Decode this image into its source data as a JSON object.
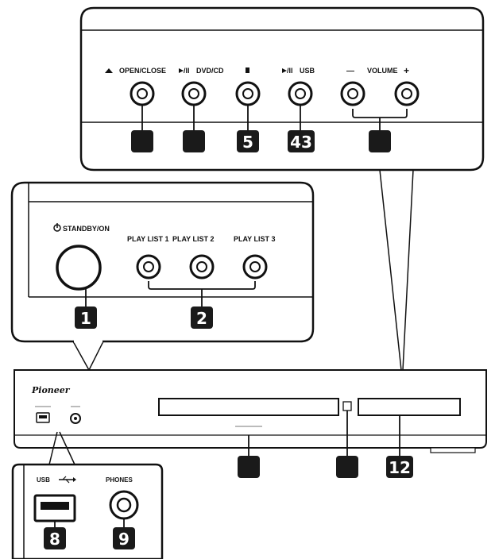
{
  "top_panel": {
    "labels": {
      "open_close": "OPEN/CLOSE",
      "dvd_cd": "DVD/CD",
      "usb": "USB",
      "volume": "VOLUME",
      "volume_minus": "—",
      "volume_plus": "+"
    },
    "callouts": {
      "stop": "5",
      "usb_play": "43"
    }
  },
  "left_panel": {
    "labels": {
      "standby_on": "STANDBY/ON",
      "playlist_1": "PLAY LIST 1",
      "playlist_2": "PLAY LIST 2",
      "playlist_3": "PLAY LIST 3"
    },
    "callouts": {
      "standby": "1",
      "playlists": "2"
    }
  },
  "device": {
    "brand": "Pioneer",
    "callouts": {
      "display": "12"
    }
  },
  "bottom_panel": {
    "labels": {
      "usb": "USB",
      "phones": "PHONES"
    },
    "callouts": {
      "usb_port": "8",
      "phones_jack": "9"
    }
  },
  "colors": {
    "line": "#111111",
    "callout_fill": "#1a1a1a",
    "background": "#ffffff"
  }
}
